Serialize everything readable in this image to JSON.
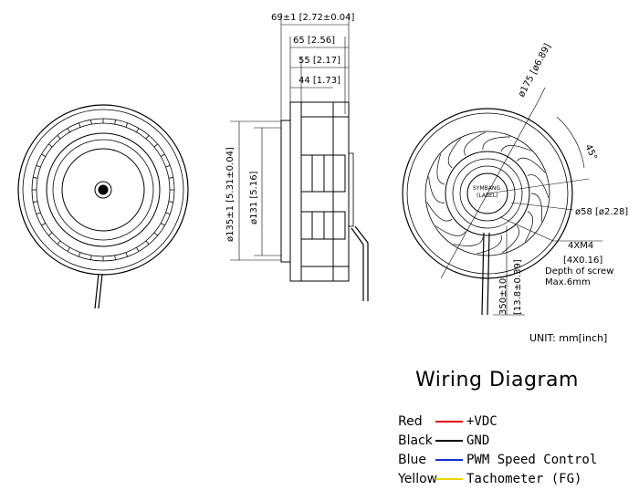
{
  "drawing": {
    "dims": {
      "d69": "69±1 [2.72±0.04]",
      "d65": "65 [2.56]",
      "d55": "55 [2.17]",
      "d44": "44 [1.73]",
      "d135": "ø135±1 [5.31±0.04]",
      "d131": "ø131 [5.16]",
      "d175": "ø175 [ø6.89]",
      "angle45": "45°",
      "d58": "ø58 [ø2.28]",
      "screw": "4XM4",
      "screw_in": "[4X0.16]",
      "depth1": "Depth of screw",
      "depth2": "Max.6mm",
      "lead": "350±10",
      "lead_in": "[13.8±0.39]",
      "label1": "SYMBANG",
      "label2": "(LABEL)"
    },
    "unit": "UNIT: mm[inch]"
  },
  "wiring": {
    "title": "Wiring Diagram",
    "rows": [
      {
        "color": "Red",
        "line": "#e00000",
        "label": "+VDC"
      },
      {
        "color": "Black",
        "line": "#000000",
        "label": "GND"
      },
      {
        "color": "Blue",
        "line": "#1030d0",
        "label": "PWM Speed Control"
      },
      {
        "color": "Yellow",
        "line": "#e8d800",
        "label": "Tachometer (FG)"
      }
    ]
  }
}
